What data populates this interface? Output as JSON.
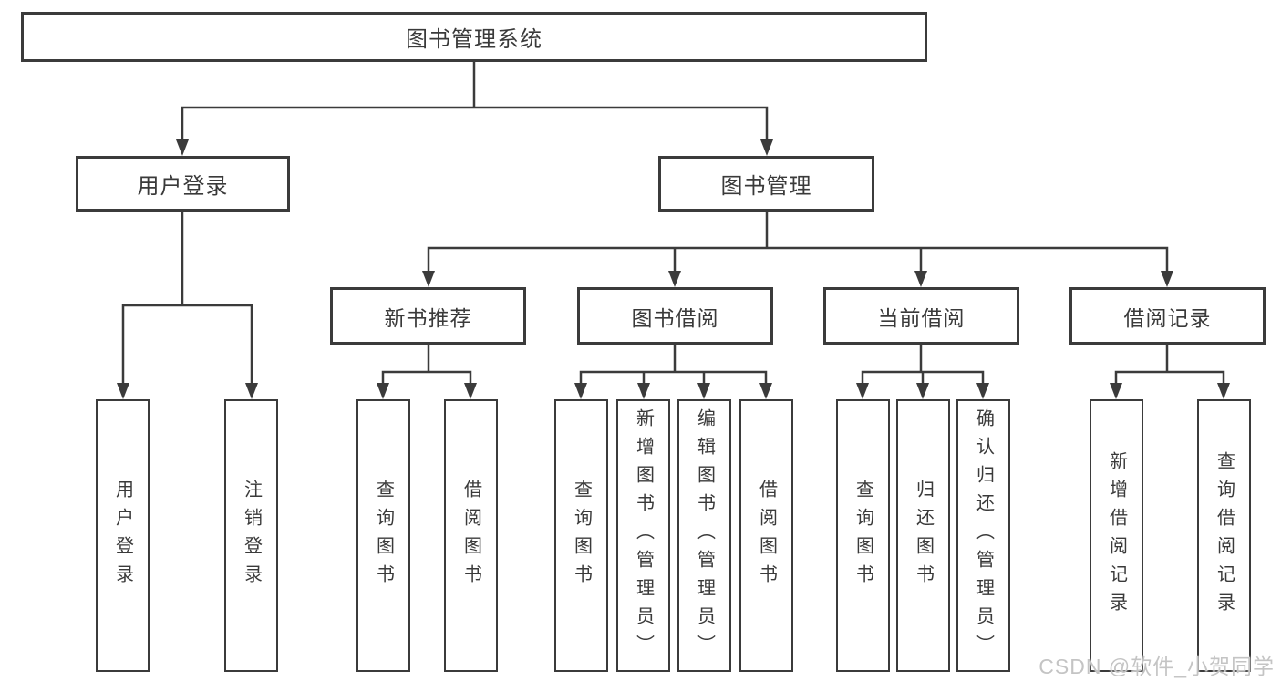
{
  "title": "图书管理系统",
  "watermark": "CSDN @软件_小贺同学",
  "colors": {
    "line": "#3b3b3b",
    "text": "#3a3a3a",
    "background": "#ffffff",
    "watermark": "#c4c4c4"
  },
  "nodes": {
    "root": {
      "label": "图书管理系统"
    },
    "user_login": {
      "label": "用户登录"
    },
    "book_mgmt": {
      "label": "图书管理"
    },
    "new_book_rec": {
      "label": "新书推荐"
    },
    "book_borrow": {
      "label": "图书借阅"
    },
    "current_borrow": {
      "label": "当前借阅"
    },
    "borrow_record": {
      "label": "借阅记录"
    },
    "leaf_login": {
      "label": "用户登录"
    },
    "leaf_logout": {
      "label": "注销登录"
    },
    "leaf_query_1": {
      "label": "查询图书"
    },
    "leaf_borrow_1": {
      "label": "借阅图书"
    },
    "leaf_query_2": {
      "label": "查询图书"
    },
    "leaf_add_admin": {
      "label": "新增图书（管理员）"
    },
    "leaf_edit_admin": {
      "label": "编辑图书（管理员）"
    },
    "leaf_borrow_2": {
      "label": "借阅图书"
    },
    "leaf_query_3": {
      "label": "查询图书"
    },
    "leaf_return": {
      "label": "归还图书"
    },
    "leaf_confirm_admin": {
      "label": "确认归还（管理员）"
    },
    "leaf_add_record": {
      "label": "新增借阅记录"
    },
    "leaf_query_record": {
      "label": "查询借阅记录"
    }
  },
  "hierarchy": {
    "label": "图书管理系统",
    "children": [
      {
        "label": "用户登录",
        "children": [
          {
            "label": "用户登录"
          },
          {
            "label": "注销登录"
          }
        ]
      },
      {
        "label": "图书管理",
        "children": [
          {
            "label": "新书推荐",
            "children": [
              {
                "label": "查询图书"
              },
              {
                "label": "借阅图书"
              }
            ]
          },
          {
            "label": "图书借阅",
            "children": [
              {
                "label": "查询图书"
              },
              {
                "label": "新增图书（管理员）"
              },
              {
                "label": "编辑图书（管理员）"
              },
              {
                "label": "借阅图书"
              }
            ]
          },
          {
            "label": "当前借阅",
            "children": [
              {
                "label": "查询图书"
              },
              {
                "label": "归还图书"
              },
              {
                "label": "确认归还（管理员）"
              }
            ]
          },
          {
            "label": "借阅记录",
            "children": [
              {
                "label": "新增借阅记录"
              },
              {
                "label": "查询借阅记录"
              }
            ]
          }
        ]
      }
    ]
  }
}
